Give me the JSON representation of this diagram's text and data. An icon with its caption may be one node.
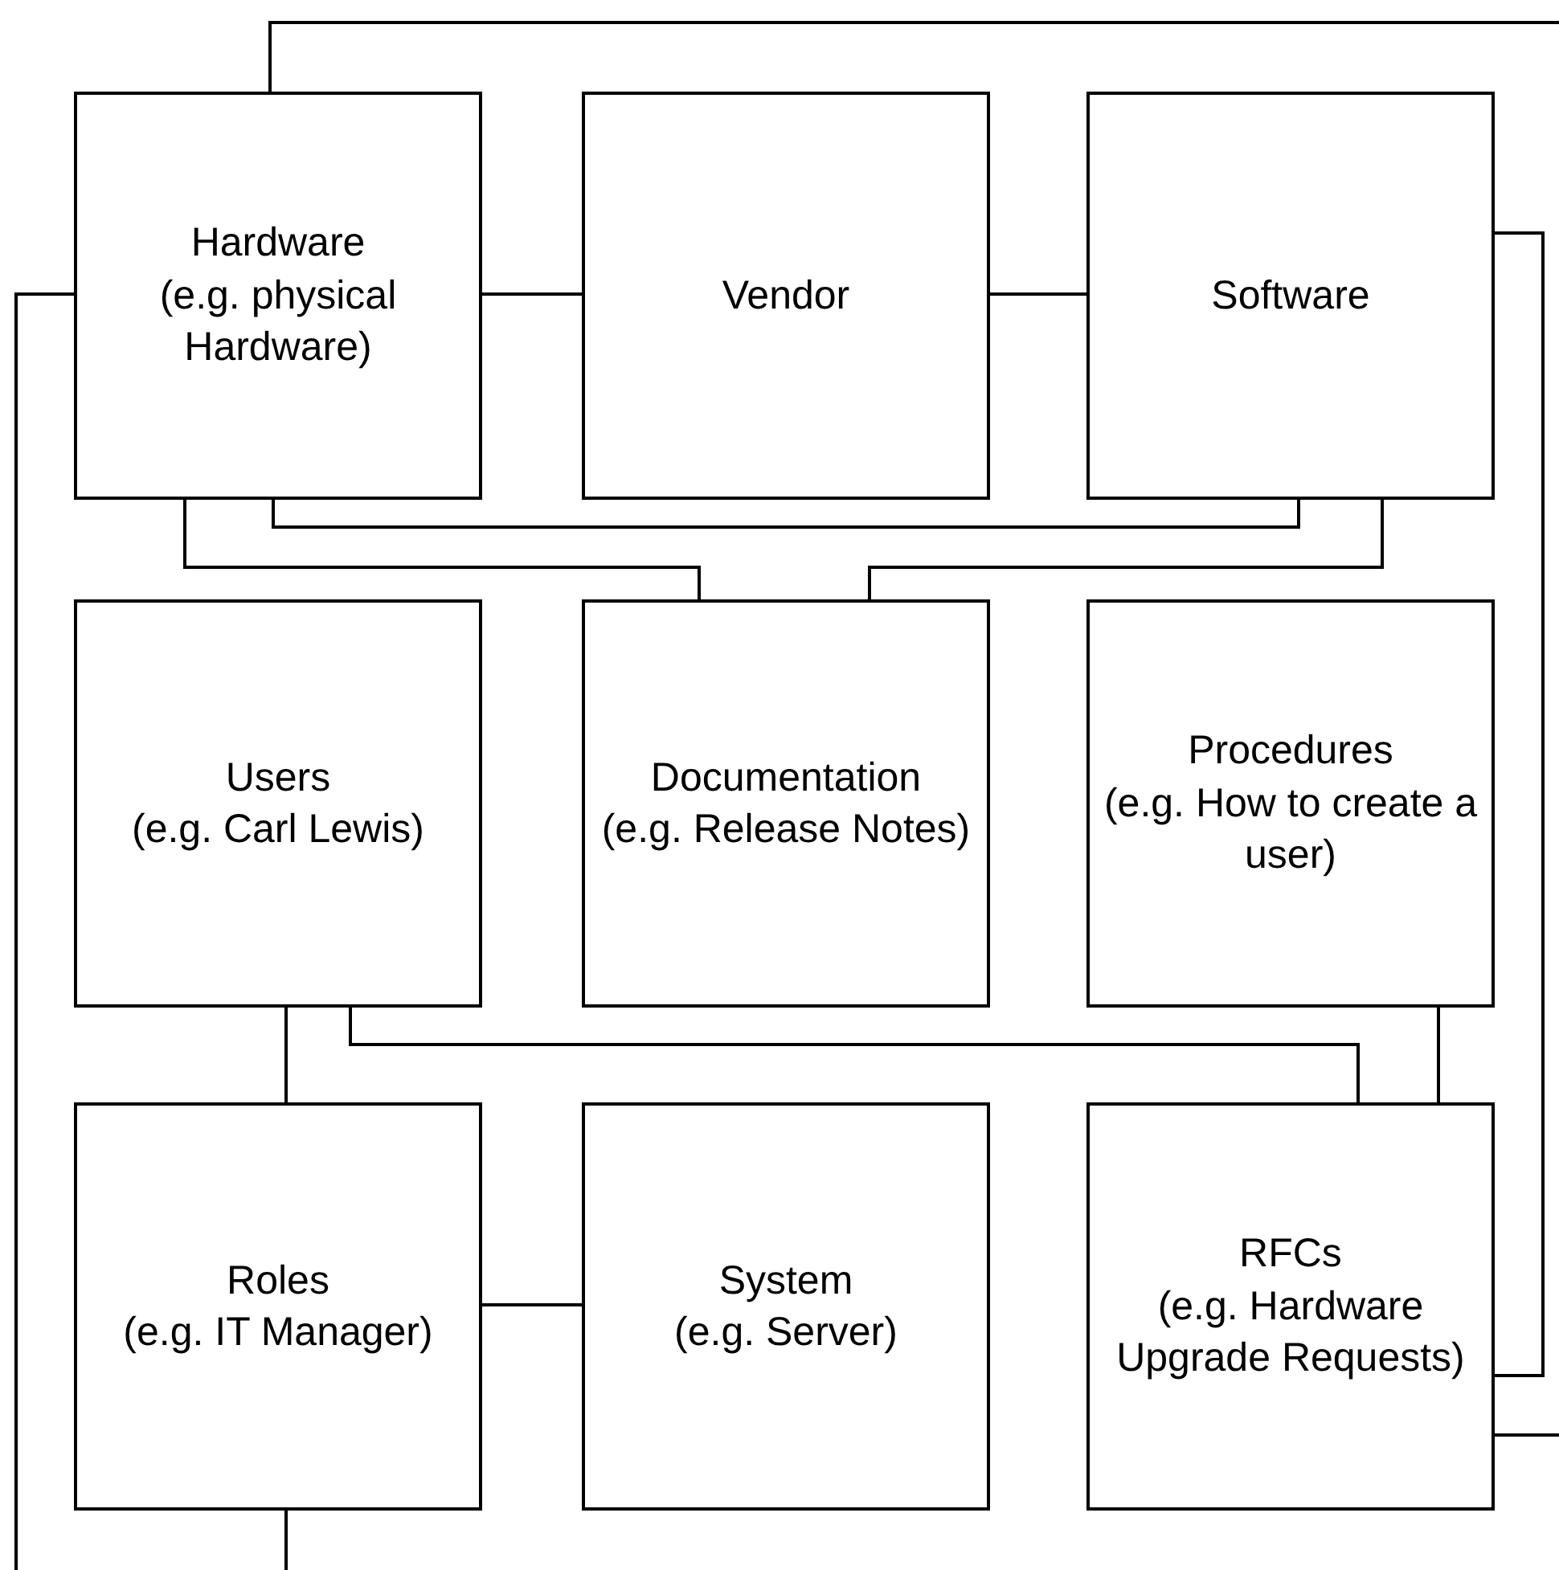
{
  "diagram": {
    "nodes": [
      {
        "text": [
          "Hardware",
          "(e.g. physical Hardware)"
        ]
      },
      {
        "text": [
          "Vendor"
        ]
      },
      {
        "text": [
          "Software"
        ]
      },
      {
        "text": [
          "Users",
          "(e.g. Carl Lewis)"
        ]
      },
      {
        "text": [
          "Documentation",
          "(e.g. Release Notes)"
        ]
      },
      {
        "text": [
          "Procedures",
          "(e.g. How to create a user)"
        ]
      },
      {
        "text": [
          "Roles",
          "(e.g. IT Manager)"
        ]
      },
      {
        "text": [
          "System",
          "(e.g. Server)"
        ]
      },
      {
        "text": [
          "RFCs",
          "(e.g. Hardware Upgrade Requests)"
        ]
      }
    ],
    "edges": [
      {
        "from": 0,
        "to": 1,
        "arrow": "none"
      },
      {
        "from": 1,
        "to": 2,
        "arrow": "none"
      },
      {
        "from": 0,
        "to": 2,
        "arrow": "none"
      },
      {
        "from": 0,
        "to": 4,
        "arrow": "none"
      },
      {
        "from": 2,
        "to": 4,
        "arrow": "none"
      },
      {
        "from": 3,
        "to": 6,
        "arrow": "none"
      },
      {
        "from": 3,
        "to": 8,
        "arrow": "none"
      },
      {
        "from": 5,
        "to": 8,
        "arrow": "none"
      },
      {
        "from": 6,
        "to": 7,
        "arrow": "none"
      },
      {
        "from": 2,
        "to": 8,
        "arrow": "none"
      },
      {
        "from": 0,
        "to": null,
        "arrow": "none"
      },
      {
        "from": 0,
        "to": null,
        "arrow": "none"
      },
      {
        "from": 6,
        "to": null,
        "arrow": "none"
      },
      {
        "from": 8,
        "to": null,
        "arrow": "none"
      }
    ]
  }
}
